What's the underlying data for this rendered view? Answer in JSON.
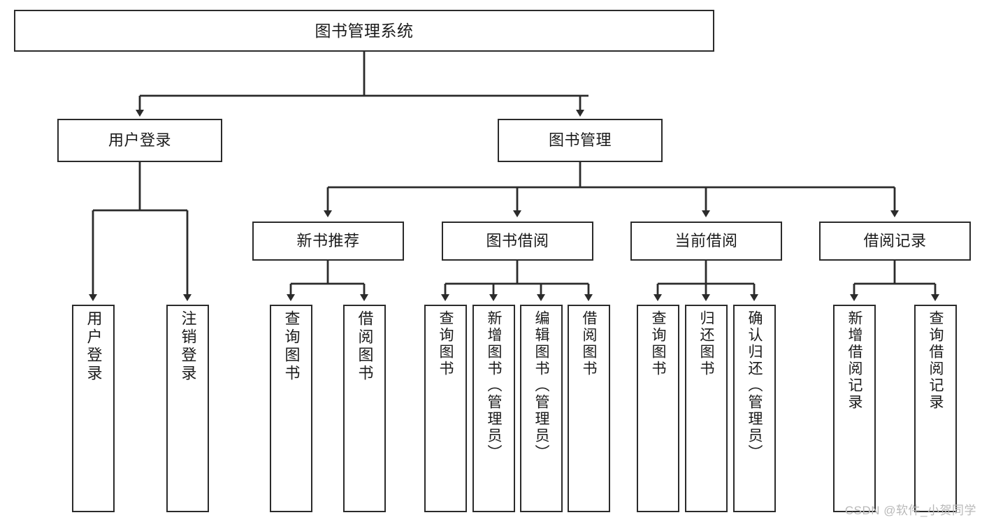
{
  "diagram": {
    "title": "图书管理系统",
    "watermark": "CSDN @软件_小贺同学",
    "colors": {
      "border": "#2b2b2b",
      "background": "#ffffff",
      "text": "#1b1b1b",
      "watermark": "#b9b9b9"
    },
    "nodes": {
      "root": {
        "label": "图书管理系统",
        "level": 0,
        "orientation": "horizontal"
      },
      "l1": [
        {
          "id": "user-login",
          "label": "用户登录",
          "orientation": "horizontal"
        },
        {
          "id": "book-manage",
          "label": "图书管理",
          "orientation": "horizontal"
        }
      ],
      "l2": [
        {
          "id": "new-book-recommend",
          "label": "新书推荐",
          "orientation": "horizontal"
        },
        {
          "id": "book-borrow",
          "label": "图书借阅",
          "orientation": "horizontal"
        },
        {
          "id": "current-borrow",
          "label": "当前借阅",
          "orientation": "horizontal"
        },
        {
          "id": "borrow-record",
          "label": "借阅记录",
          "orientation": "horizontal"
        }
      ],
      "leaves": {
        "user-login": [
          {
            "id": "leaf-user-login",
            "label": "用户登录",
            "orientation": "vertical"
          },
          {
            "id": "leaf-user-logout",
            "label": "注销登录",
            "orientation": "vertical"
          }
        ],
        "new-book-recommend": [
          {
            "id": "leaf-query-book-1",
            "label": "查询图书",
            "orientation": "vertical"
          },
          {
            "id": "leaf-borrow-book-1",
            "label": "借阅图书",
            "orientation": "vertical"
          }
        ],
        "book-borrow": [
          {
            "id": "leaf-query-book-2",
            "label": "查询图书",
            "orientation": "vertical"
          },
          {
            "id": "leaf-add-book-admin",
            "label": "新增图书（管理员）",
            "orientation": "vertical"
          },
          {
            "id": "leaf-edit-book-admin",
            "label": "编辑图书（管理员）",
            "orientation": "vertical"
          },
          {
            "id": "leaf-borrow-book-2",
            "label": "借阅图书",
            "orientation": "vertical"
          }
        ],
        "current-borrow": [
          {
            "id": "leaf-query-book-3",
            "label": "查询图书",
            "orientation": "vertical"
          },
          {
            "id": "leaf-return-book",
            "label": "归还图书",
            "orientation": "vertical"
          },
          {
            "id": "leaf-confirm-return-admin",
            "label": "确认归还（管理员）",
            "orientation": "vertical"
          }
        ],
        "borrow-record": [
          {
            "id": "leaf-add-borrow-record",
            "label": "新增借阅记录",
            "orientation": "vertical"
          },
          {
            "id": "leaf-query-borrow-record",
            "label": "查询借阅记录",
            "orientation": "vertical"
          }
        ]
      }
    }
  }
}
